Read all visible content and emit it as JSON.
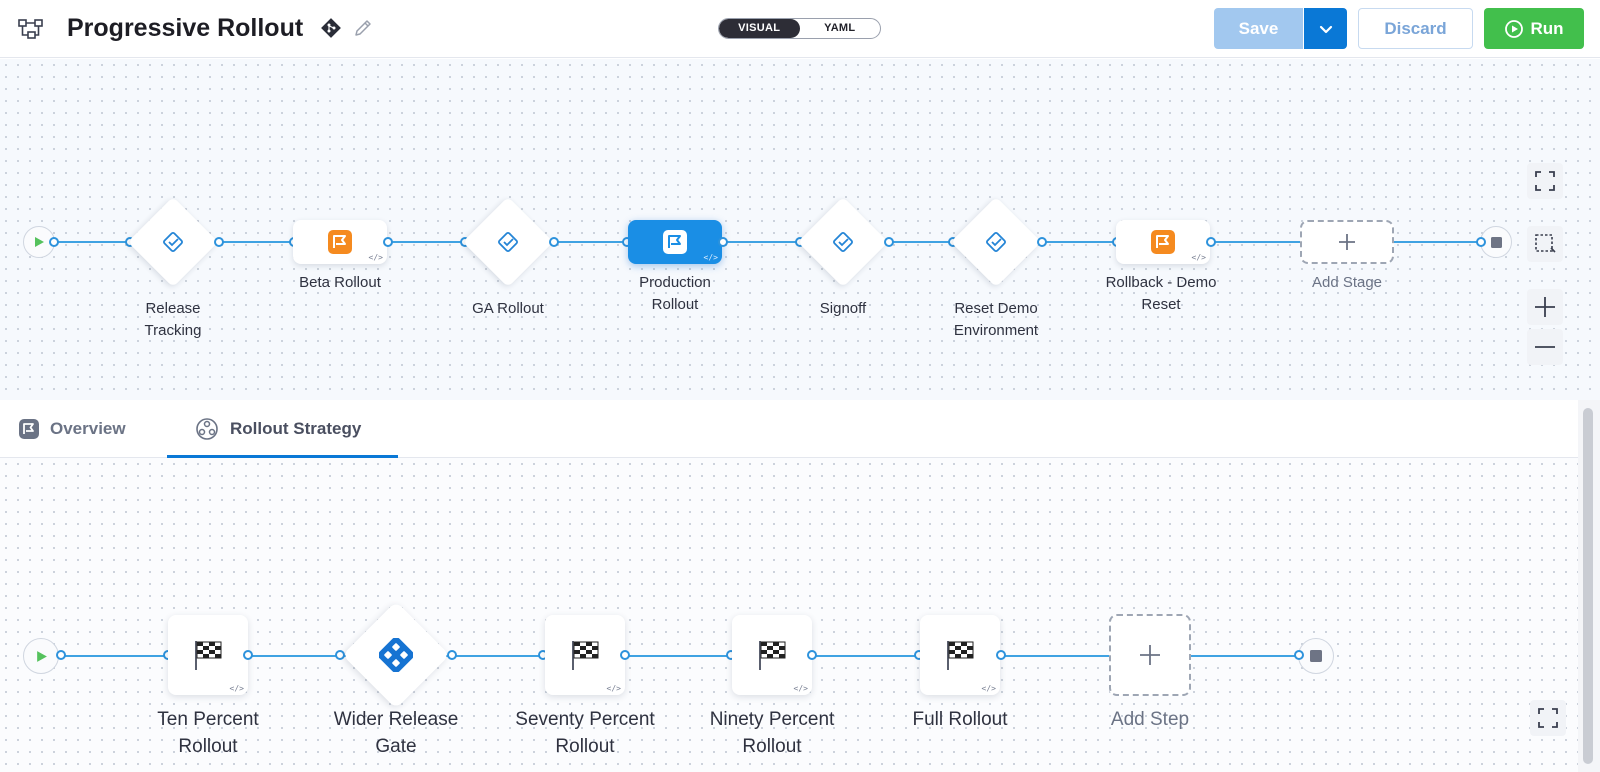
{
  "header": {
    "title": "Progressive Rollout",
    "view_modes": [
      "VISUAL",
      "YAML"
    ],
    "save_label": "Save",
    "discard_label": "Discard",
    "run_label": "Run"
  },
  "stages": [
    {
      "name": "Release Tracking",
      "label_lines": [
        "Release",
        "Tracking"
      ]
    },
    {
      "name": "Beta Rollout",
      "label_lines": [
        "Beta Rollout"
      ]
    },
    {
      "name": "GA Rollout",
      "label_lines": [
        "GA Rollout"
      ]
    },
    {
      "name": "Production Rollout",
      "label_lines": [
        "Production",
        "Rollout"
      ]
    },
    {
      "name": "Signoff",
      "label_lines": [
        "Signoff"
      ]
    },
    {
      "name": "Reset Demo Environment",
      "label_lines": [
        "Reset Demo",
        "Environment"
      ]
    },
    {
      "name": "Rollback - Demo Reset",
      "label_lines": [
        "Rollback - Demo",
        "Reset"
      ]
    }
  ],
  "add_stage_label": "Add Stage",
  "tabs": [
    {
      "label": "Overview"
    },
    {
      "label": "Rollout Strategy"
    }
  ],
  "steps": [
    {
      "label_lines": [
        "Ten Percent",
        "Rollout"
      ]
    },
    {
      "label_lines": [
        "Wider Release",
        "Gate"
      ]
    },
    {
      "label_lines": [
        "Seventy Percent",
        "Rollout"
      ]
    },
    {
      "label_lines": [
        "Ninety Percent",
        "Rollout"
      ]
    },
    {
      "label_lines": [
        "Full Rollout"
      ]
    }
  ],
  "add_step_label": "Add Step",
  "code_marker": "</>",
  "colors": {
    "primary": "#0a78d6",
    "run": "#42bf4c",
    "connector": "#3fa2e2",
    "selected_stage": "#1a8ee5",
    "feature_flag_orange": "#f58a1f"
  }
}
